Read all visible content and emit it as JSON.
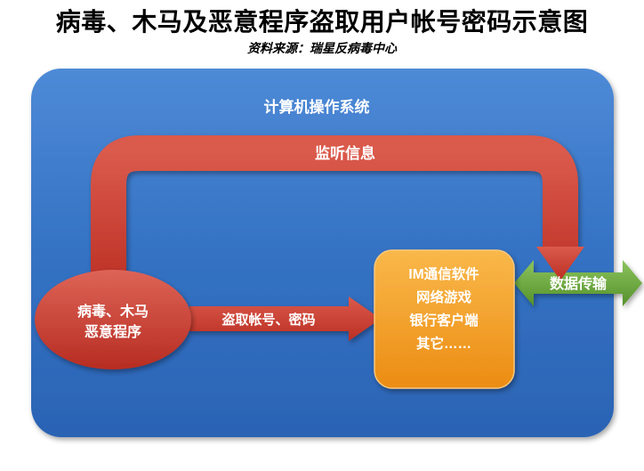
{
  "page": {
    "title": "病毒、木马及恶意程序盗取用户帐号密码示意图",
    "subtitle": "资料来源：瑞星反病毒中心"
  },
  "diagram": {
    "os_label": "计算机操作系统",
    "monitor_arrow_label": "监听信息",
    "virus_node": {
      "line1": "病毒、木马",
      "line2": "恶意程序"
    },
    "steal_arrow_label": "盗取帐号、密码",
    "target_node": {
      "lines": [
        "IM通信软件",
        "网络游戏",
        "银行客户端",
        "其它……"
      ]
    },
    "transfer_arrow_label": "数据传输",
    "colors": {
      "os_box_blue": "#336fc0",
      "arrow_red": "#c53a2d",
      "target_orange": "#f29c1f",
      "transfer_green": "#6fae3e",
      "text_white": "#ffffff",
      "title_black": "#000000"
    }
  }
}
